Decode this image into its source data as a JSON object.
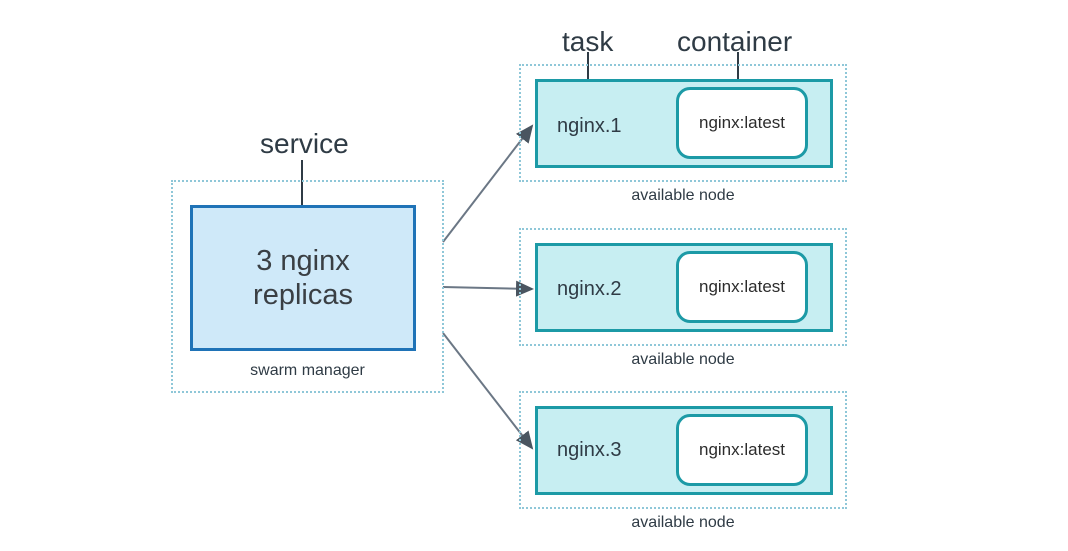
{
  "labels": {
    "service": "service",
    "task": "task",
    "container": "container"
  },
  "manager": {
    "line1": "3 nginx",
    "line2": "replicas",
    "caption": "swarm manager"
  },
  "nodes": [
    {
      "task": "nginx.1",
      "image": "nginx:latest",
      "caption": "available node"
    },
    {
      "task": "nginx.2",
      "image": "nginx:latest",
      "caption": "available node"
    },
    {
      "task": "nginx.3",
      "image": "nginx:latest",
      "caption": "available node"
    }
  ]
}
